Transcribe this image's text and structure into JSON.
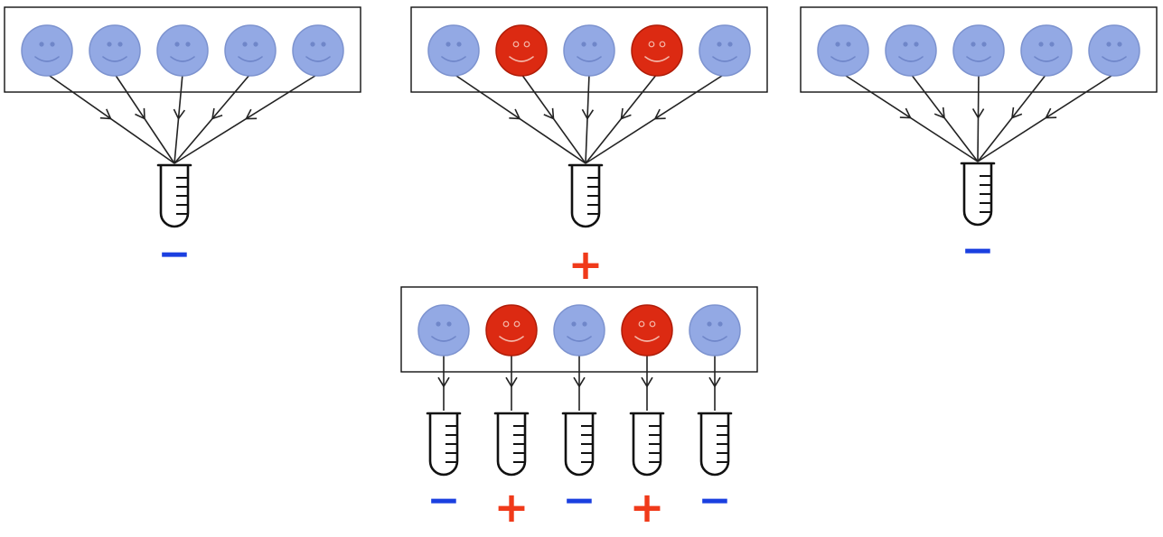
{
  "colors": {
    "healthy_fill": "#93a9e4",
    "healthy_stroke": "#7d93cf",
    "healthy_face": "#6f86c9",
    "infected_fill": "#dc2a12",
    "infected_stroke": "#b01c08",
    "infected_face": "#f4b8aa",
    "negative": "#1a3fe0",
    "positive": "#f03a1a",
    "line": "#222222"
  },
  "pools": [
    {
      "id": "pool-1",
      "pooled": true,
      "members": [
        "healthy",
        "healthy",
        "healthy",
        "healthy",
        "healthy"
      ],
      "results": [
        "−"
      ]
    },
    {
      "id": "pool-2",
      "pooled": true,
      "members": [
        "healthy",
        "infected",
        "healthy",
        "infected",
        "healthy"
      ],
      "results": [
        "+"
      ]
    },
    {
      "id": "pool-3",
      "pooled": true,
      "members": [
        "healthy",
        "healthy",
        "healthy",
        "healthy",
        "healthy"
      ],
      "results": [
        "−"
      ]
    },
    {
      "id": "pool-2-retest",
      "pooled": false,
      "members": [
        "healthy",
        "infected",
        "healthy",
        "infected",
        "healthy"
      ],
      "results": [
        "−",
        "+",
        "−",
        "+",
        "−"
      ]
    }
  ]
}
